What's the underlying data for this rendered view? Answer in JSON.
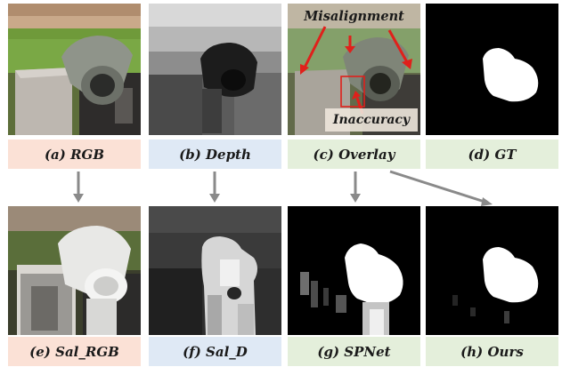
{
  "figure": {
    "top_row": [
      {
        "id": "rgb",
        "label": "(a) RGB"
      },
      {
        "id": "depth",
        "label": "(b) Depth"
      },
      {
        "id": "overlay",
        "label": "(c) Overlay"
      },
      {
        "id": "gt",
        "label": "(d) GT"
      }
    ],
    "bottom_row": [
      {
        "id": "sal_rgb",
        "label": "(e) Sal_RGB"
      },
      {
        "id": "sal_d",
        "label": "(f) Sal_D"
      },
      {
        "id": "spnet",
        "label": "(g) SPNet"
      },
      {
        "id": "ours",
        "label": "(h) Ours"
      }
    ],
    "annotations": {
      "misalignment": "Misalignment",
      "inaccuracy": "Inaccuracy"
    },
    "colors": {
      "label_pink": "#fbe1d6",
      "label_blue": "#dfe9f5",
      "label_green": "#e4efdb",
      "annotation_red": "#e0201b",
      "arrow_gray": "#8a8a8a"
    }
  }
}
